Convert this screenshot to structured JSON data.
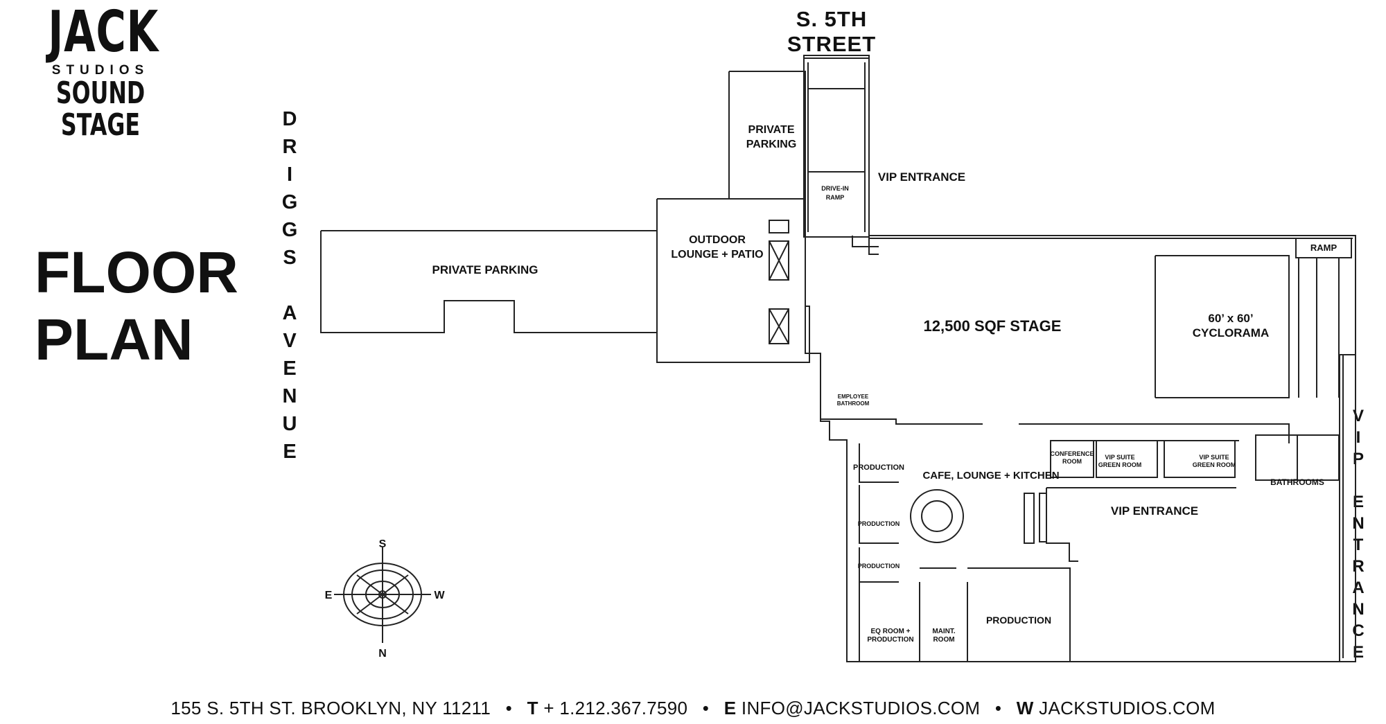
{
  "logo": {
    "line1": "JACK",
    "line2": "STUDIOS",
    "line3": "SOUND STAGE"
  },
  "title": {
    "line1": "FLOOR",
    "line2": "PLAN"
  },
  "street_top": "S. 5TH STREET",
  "street_left": [
    "D",
    "R",
    "I",
    "G",
    "G",
    "S",
    "",
    "A",
    "V",
    "E",
    "N",
    "U",
    "E"
  ],
  "entrance_right": [
    "V",
    "I",
    "P",
    "",
    "E",
    "N",
    "T",
    "R",
    "A",
    "N",
    "C",
    "E"
  ],
  "rooms": {
    "private_parking_main": "PRIVATE PARKING",
    "private_parking_top_1": "PRIVATE",
    "private_parking_top_2": "PARKING",
    "vip_entrance_top": "VIP ENTRANCE",
    "drive_in_ramp_1": "DRIVE-IN",
    "drive_in_ramp_2": "RAMP",
    "outdoor_lounge_1": "OUTDOOR",
    "outdoor_lounge_2": "LOUNGE + PATIO",
    "stage": "12,500 SQF STAGE",
    "cyclorama_1": "60’ x 60’",
    "cyclorama_2": "CYCLORAMA",
    "ramp": "RAMP",
    "employee_bathroom_1": "EMPLOYEE",
    "employee_bathroom_2": "BATHROOM",
    "production_1": "PRODUCTION",
    "cafe": "CAFE, LOUNGE  + KITCHEN",
    "conference_1": "CONFERENCE",
    "conference_2": "ROOM",
    "vip_suite_a_1": "VIP SUITE",
    "vip_suite_a_2": "GREEN ROOM",
    "vip_suite_b_1": "VIP SUITE",
    "vip_suite_b_2": "GREEN ROOM",
    "bathrooms": "BATHROOMS",
    "vip_entrance_mid": "VIP ENTRANCE",
    "production_2": "PRODUCTION",
    "production_3": "PRODUCTION",
    "eq_room_1": "EQ ROOM +",
    "eq_room_2": "PRODUCTION",
    "maint_1": "MAINT.",
    "maint_2": "ROOM",
    "production_large": "PRODUCTION"
  },
  "compass": {
    "s": "S",
    "e": "E",
    "w": "W",
    "n": "N"
  },
  "footer": {
    "address": "155 S. 5TH ST. BROOKLYN, NY 11211",
    "sep": "•",
    "t_key": "T",
    "phone": "+ 1.212.367.7590",
    "e_key": "E",
    "email": "INFO@JACKSTUDIOS.COM",
    "w_key": "W",
    "web": "JACKSTUDIOS.COM"
  }
}
